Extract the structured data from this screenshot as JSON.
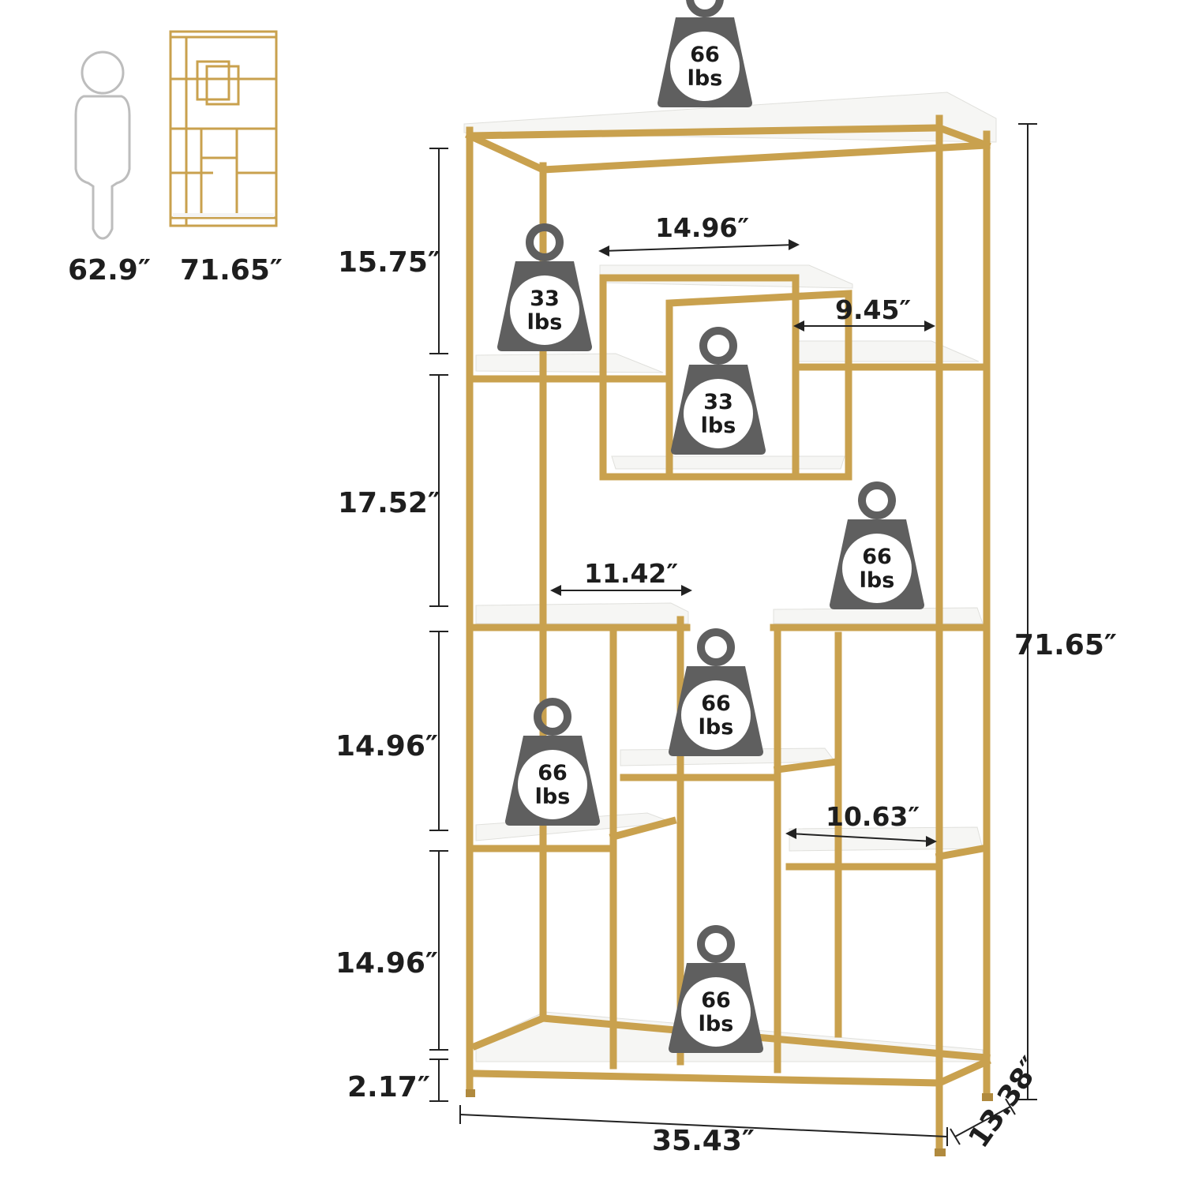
{
  "comparison": {
    "person_height": "62.9″",
    "shelf_height": "71.65″"
  },
  "dimensions": {
    "top_section_height": "15.75″",
    "second_section_height": "17.52″",
    "third_section_height": "14.96″",
    "fourth_section_height": "14.96″",
    "leg_height": "2.17″",
    "total_height": "71.65″",
    "total_width": "35.43″",
    "depth": "13.38″",
    "cube_width": "14.96″",
    "side_shelf_width": "9.45″",
    "left_middle_shelf_width": "11.42″",
    "right_lower_shelf_width": "10.63″"
  },
  "weights": {
    "top": {
      "value": "66",
      "unit": "lbs"
    },
    "upper_left": {
      "value": "33",
      "unit": "lbs"
    },
    "cube": {
      "value": "33",
      "unit": "lbs"
    },
    "right_middle": {
      "value": "66",
      "unit": "lbs"
    },
    "center_lower": {
      "value": "66",
      "unit": "lbs"
    },
    "left_lower": {
      "value": "66",
      "unit": "lbs"
    },
    "bottom": {
      "value": "66",
      "unit": "lbs"
    }
  },
  "colors": {
    "frame_gold": "#c9a14e",
    "shelf_white": "#f6f6f4",
    "weight_gray": "#5f5f5f",
    "text": "#1e1e1e"
  }
}
